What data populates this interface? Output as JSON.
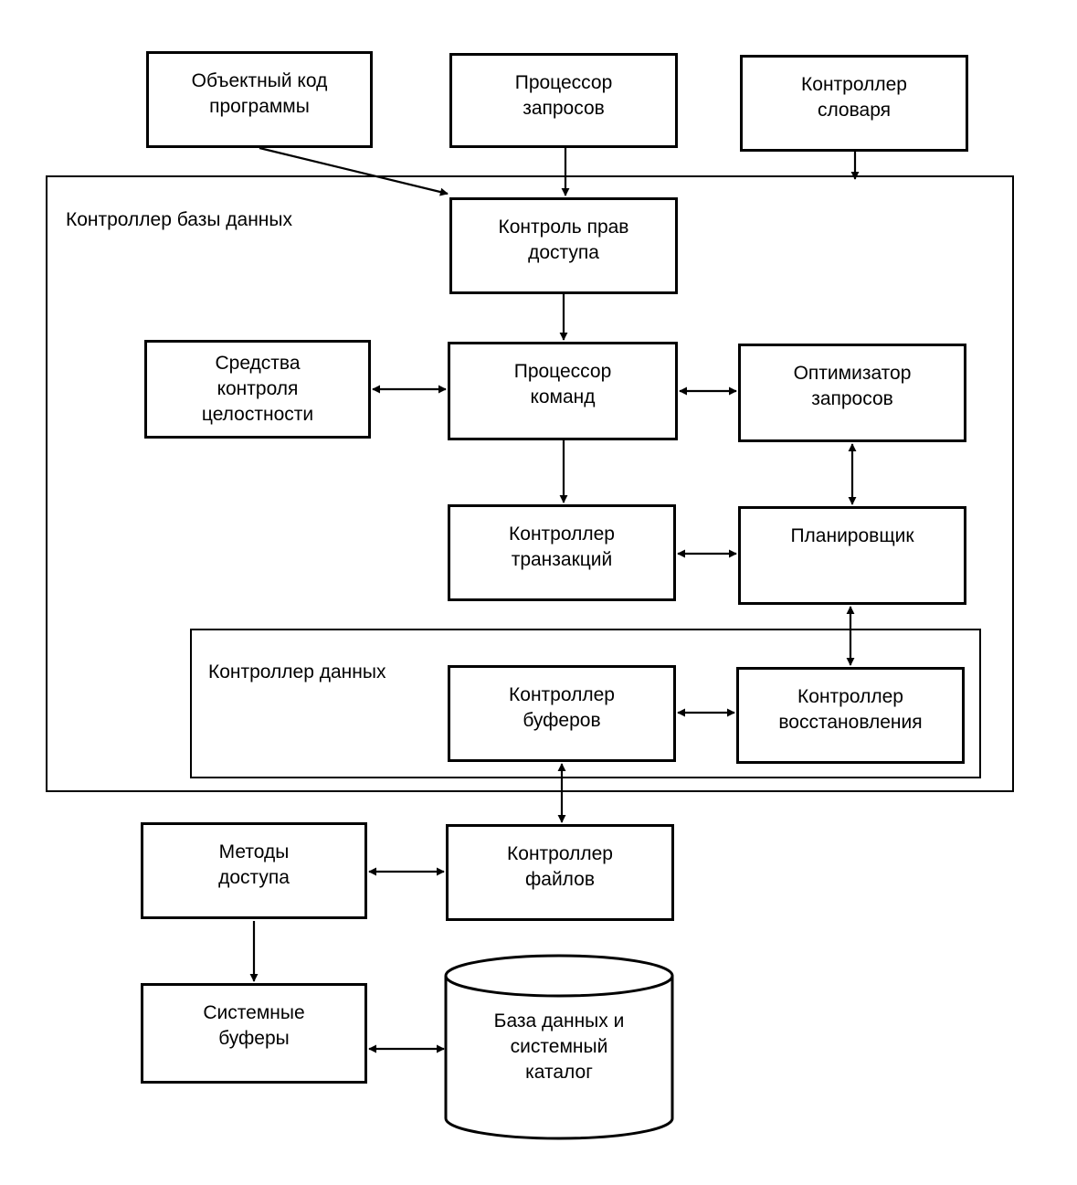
{
  "containers": {
    "db_controller": "Контроллер базы данных",
    "data_controller": "Контроллер данных"
  },
  "boxes": {
    "object_code": "Объектный код\nпрограммы",
    "query_processor": "Процессор\nзапросов",
    "dictionary_controller": "Контроллер\nсловаря",
    "access_control": "Контроль прав\nдоступа",
    "integrity_tools": "Средства\nконтроля\nцелостности",
    "command_processor": "Процессор\nкоманд",
    "query_optimizer": "Оптимизатор\nзапросов",
    "transaction_controller": "Контроллер\nтранзакций",
    "scheduler": "Планировщик",
    "buffer_controller": "Контроллер\nбуферов",
    "recovery_controller": "Контроллер\nвосстановления",
    "access_methods": "Методы\nдоступа",
    "file_controller": "Контроллер\nфайлов",
    "system_buffers": "Системные\nбуферы",
    "database": "База данных и\nсистемный\nкаталог"
  }
}
